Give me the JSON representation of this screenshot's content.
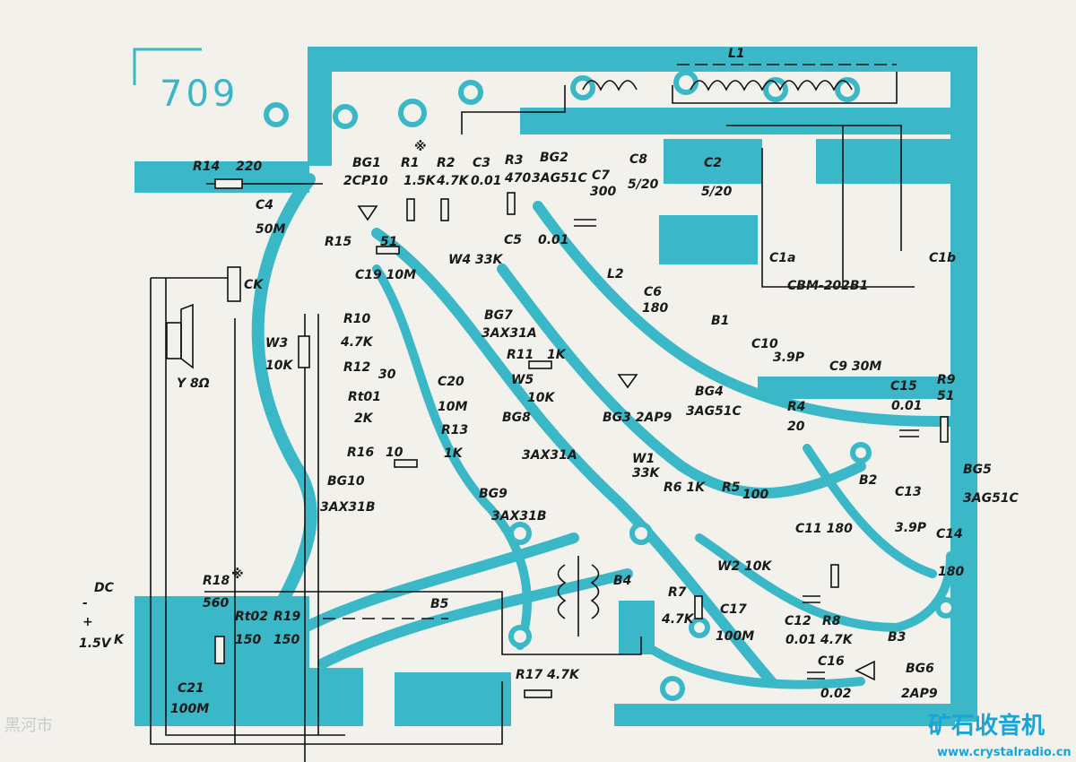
{
  "title": "709",
  "colors": {
    "pcb": "#3bb8c8",
    "ink": "#1a1a1a",
    "paper": "#f3f1eb",
    "brand": "#1aa3d8"
  },
  "labels": {
    "L1": "L1",
    "L2": "L2",
    "R14": "R14",
    "R14v": "220",
    "C4": "C4",
    "C4v": "50M",
    "BG1": "BG1",
    "BG1v": "2CP10",
    "R1": "R1",
    "R1v": "1.5K",
    "R1mark": "※",
    "R2": "R2",
    "R2v": "4.7K",
    "C3": "C3",
    "C3v": "0.01",
    "R3": "R3",
    "R3v": "470",
    "BG2": "BG2",
    "BG2v": "3AG51C",
    "C7": "C7",
    "C7v": "300",
    "C8": "C8",
    "C8v": "5/20",
    "C2": "C2",
    "C2v": "5/20",
    "C1a": "C1a",
    "C1b": "C1b",
    "CBM": "CBM-202B1",
    "R15": "R15",
    "R15v": "51",
    "C5": "C5",
    "C5v": "0.01",
    "W4": "W4 33K",
    "C19": "C19 10M",
    "CK": "CK",
    "C6": "C6",
    "C6v": "180",
    "W3": "W3",
    "W3v": "10K",
    "R10": "R10",
    "R10v": "4.7K",
    "BG7": "BG7",
    "BG7v": "3AX31A",
    "Y": "Y 8Ω",
    "R11": "R11",
    "R11v": "1K",
    "B1": "B1",
    "C10": "C10",
    "C10v": "3.9P",
    "R12": "R12",
    "R12v": "30",
    "C20": "C20",
    "C20v": "10M",
    "W5": "W5",
    "W5v": "10K",
    "Rt01": "Rt01",
    "Rt01v": "2K",
    "C9": "C9 30M",
    "C15": "C15",
    "C15v": "0.01",
    "R9": "R9",
    "R9v": "51",
    "BG3": "BG3 2AP9",
    "BG4": "BG4",
    "BG4v": "3AG51C",
    "R4": "R4",
    "R4v": "20",
    "BG8": "BG8",
    "BG8v": "3AX31A",
    "R13": "R13",
    "R13v": "1K",
    "R16": "R16",
    "R16v": "10",
    "W1": "W1",
    "W1v": "33K",
    "BG5": "BG5",
    "BG5v": "3AG51C",
    "B2": "B2",
    "C13": "C13",
    "C13v": "3.9P",
    "R6": "R6 1K",
    "R5": "R5",
    "R5v": "100",
    "BG10": "BG10",
    "BG10v": "3AX31B",
    "BG9": "BG9",
    "BG9v": "3AX31B",
    "C11": "C11 180",
    "C14": "C14",
    "C14v": "180",
    "W2": "W2 10K",
    "B4": "B4",
    "R7": "R7",
    "R7v": "4.7K",
    "DC": "DC",
    "minus": "-",
    "plus": "+",
    "volt": "1.5V",
    "K": "K",
    "R18": "R18",
    "R18v": "560",
    "R18mark": "※",
    "Rt02": "Rt02",
    "R19": "R19",
    "Rt02v": "150",
    "R19v": "150",
    "B5": "B5",
    "C17": "C17",
    "C17v": "100M",
    "C12": "C12",
    "C12v": "0.01",
    "R8": "R8",
    "R8v": "4.7K",
    "B3": "B3",
    "C21": "C21",
    "C21v": "100M",
    "R17": "R17 4.7K",
    "C16": "C16",
    "C16v": "0.02",
    "BG6": "BG6",
    "BG6v": "2AP9"
  },
  "watermark": {
    "city": "黑河市",
    "brand": "矿石收音机",
    "url": "www.crystalradio.cn"
  }
}
